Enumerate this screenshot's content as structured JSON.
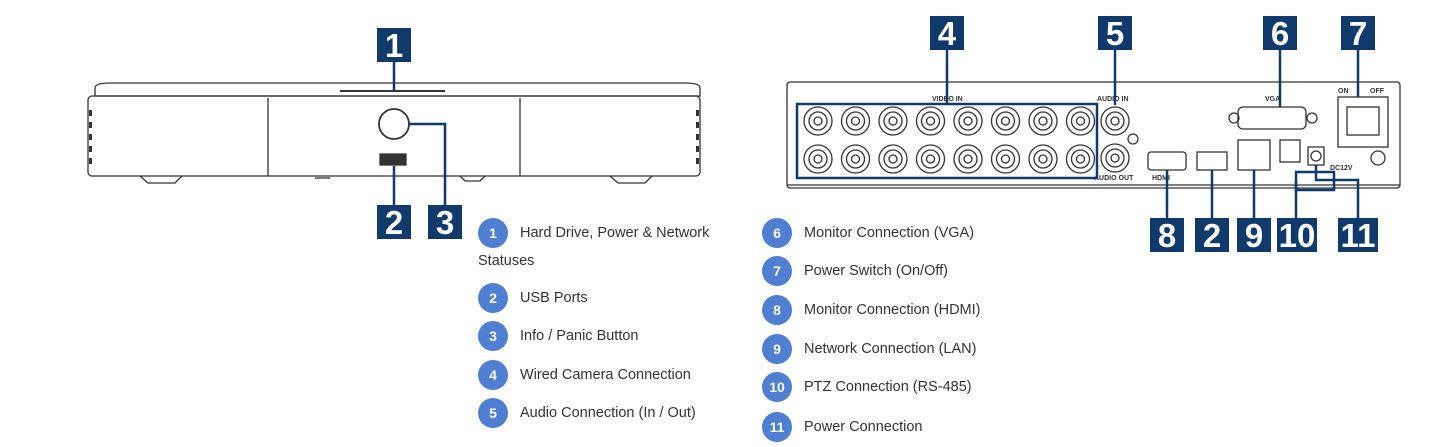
{
  "front_callouts": [
    "1",
    "2",
    "3"
  ],
  "rear_callouts": [
    "4",
    "5",
    "6",
    "7",
    "8",
    "2",
    "9",
    "10",
    "11"
  ],
  "rear_labels": {
    "video_in": "VIDEO IN",
    "audio_in": "AUDIO IN",
    "audio_out": "AUDIO OUT",
    "vga": "VGA",
    "hdmi": "HDMI",
    "on": "ON",
    "off": "OFF",
    "dc": "DC12V"
  },
  "legend_left": [
    {
      "num": "1",
      "text": "Hard Drive, Power & Network",
      "cont": "Statuses"
    },
    {
      "num": "2",
      "text": "USB Ports"
    },
    {
      "num": "3",
      "text": "Info / Panic Button"
    },
    {
      "num": "4",
      "text": "Wired Camera Connection"
    },
    {
      "num": "5",
      "text": "Audio Connection (In / Out)"
    }
  ],
  "legend_right": [
    {
      "num": "6",
      "text": "Monitor Connection (VGA)"
    },
    {
      "num": "7",
      "text": "Power Switch (On/Off)"
    },
    {
      "num": "8",
      "text": "Monitor Connection (HDMI)"
    },
    {
      "num": "9",
      "text": "Network Connection (LAN)"
    },
    {
      "num": "10",
      "text": "PTZ Connection (RS-485)"
    },
    {
      "num": "11",
      "text": "Power Connection"
    }
  ]
}
